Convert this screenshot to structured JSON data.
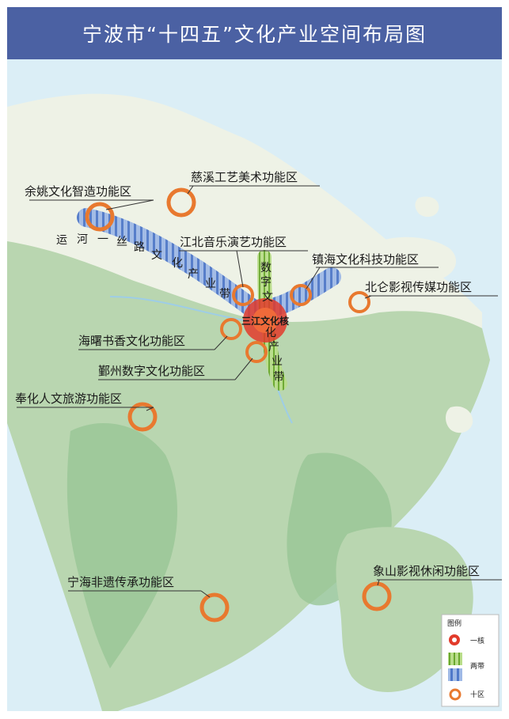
{
  "title": "宁波市“十四五”文化产业空间布局图",
  "colors": {
    "title_bg": "#4b61a3",
    "sea": "#dbeef6",
    "land_light": "#f0f3ea",
    "land_green": "#b9d6b0",
    "hills": "#8fbf8f",
    "corridor_blue": "#6b90d6",
    "corridor_green": "#7fba3c",
    "zone_orange": "#e8792f",
    "core_red": "#e23b2b"
  },
  "core": {
    "label": "三江文化核",
    "icon": "core-target-icon"
  },
  "zones": [
    {
      "id": "yuyao",
      "label": "余姚文化智造功能区"
    },
    {
      "id": "cixi",
      "label": "慈溪工艺美术功能区"
    },
    {
      "id": "jiangbei",
      "label": "江北音乐演艺功能区"
    },
    {
      "id": "zhenhai",
      "label": "镇海文化科技功能区"
    },
    {
      "id": "beilun",
      "label": "北仑影视传媒功能区"
    },
    {
      "id": "haishu",
      "label": "海曙书香文化功能区"
    },
    {
      "id": "yinzhou",
      "label": "鄞州数字文化功能区"
    },
    {
      "id": "fenghua",
      "label": "奉化人文旅游功能区"
    },
    {
      "id": "ninghai",
      "label": "宁海非遗传承功能区"
    },
    {
      "id": "xiangshan",
      "label": "象山影视休闲功能区"
    }
  ],
  "belts": {
    "canal": {
      "chars": [
        "运",
        "河",
        "一",
        "丝",
        "路",
        "文",
        "化",
        "产",
        "业",
        "带"
      ]
    },
    "digital": {
      "chars": [
        "数",
        "字",
        "文",
        "化",
        "产",
        "业",
        "带"
      ]
    }
  },
  "legend": {
    "title": "图例",
    "items": [
      {
        "icon": "core-target-icon",
        "label": "一核"
      },
      {
        "icon": "belt-green-icon",
        "label": "两带"
      },
      {
        "icon": "belt-blue-icon",
        "label": ""
      },
      {
        "icon": "zone-ring-icon",
        "label": "十区"
      }
    ]
  }
}
